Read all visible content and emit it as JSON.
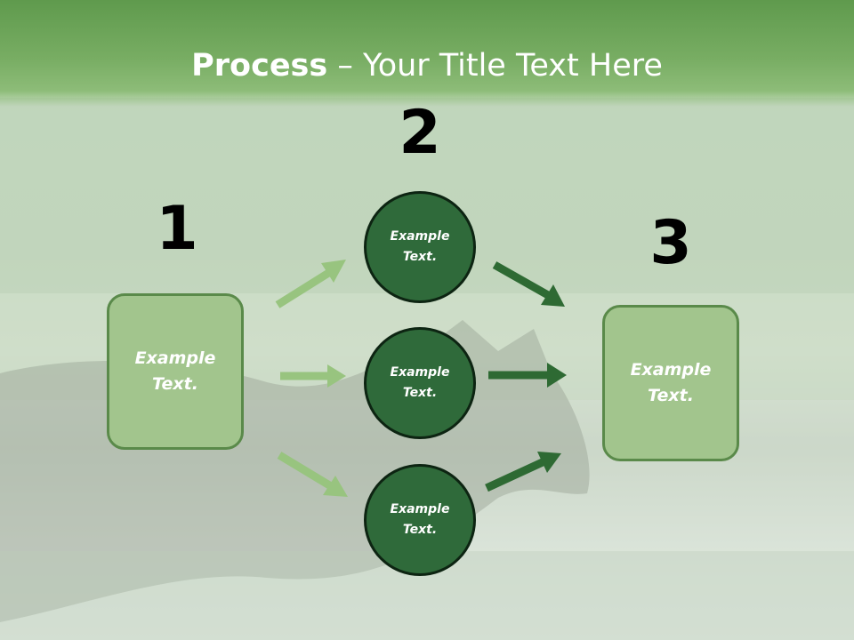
{
  "title": {
    "bold": "Process",
    "separator": " – ",
    "rest": "Your Title Text Here"
  },
  "steps": {
    "one": "1",
    "two": "2",
    "three": "3"
  },
  "left_box": {
    "text": "Example Text."
  },
  "right_box": {
    "text": "Example Text."
  },
  "circles": [
    {
      "text": "Example Text."
    },
    {
      "text": "Example Text."
    },
    {
      "text": "Example Text."
    }
  ],
  "colors": {
    "title_band": "#78ad63",
    "box_fill": "#a2c58d",
    "circle_fill": "#2f6a3a",
    "arrow_light": "#98c47f",
    "arrow_dark": "#2e6a33"
  }
}
